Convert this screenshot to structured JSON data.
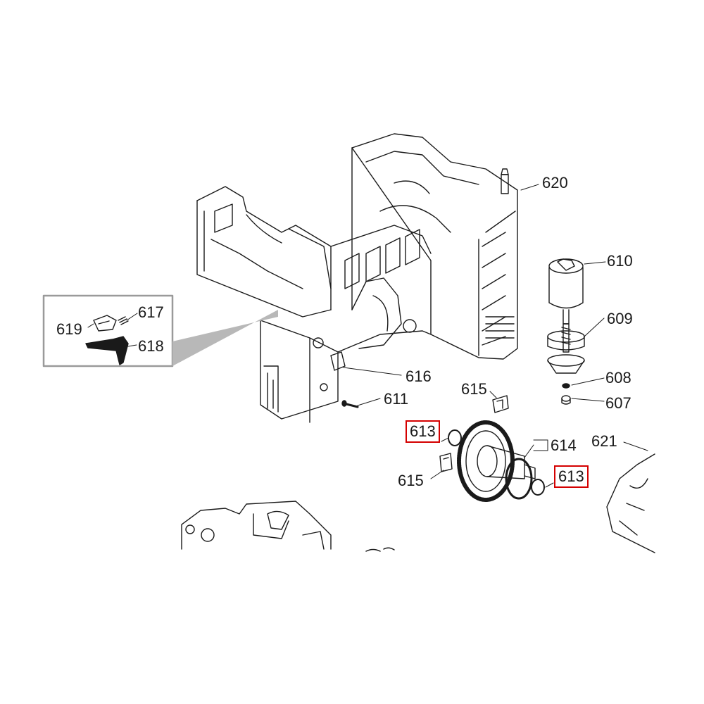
{
  "labels": {
    "p620": "620",
    "p610": "610",
    "p609": "609",
    "p608": "608",
    "p607": "607",
    "p617": "617",
    "p619": "619",
    "p618": "618",
    "p616": "616",
    "p611": "611",
    "p615a": "615",
    "p615b": "615",
    "p613a": "613",
    "p613b": "613",
    "p614": "614",
    "p621": "621"
  },
  "highlight_color": "#d40000"
}
